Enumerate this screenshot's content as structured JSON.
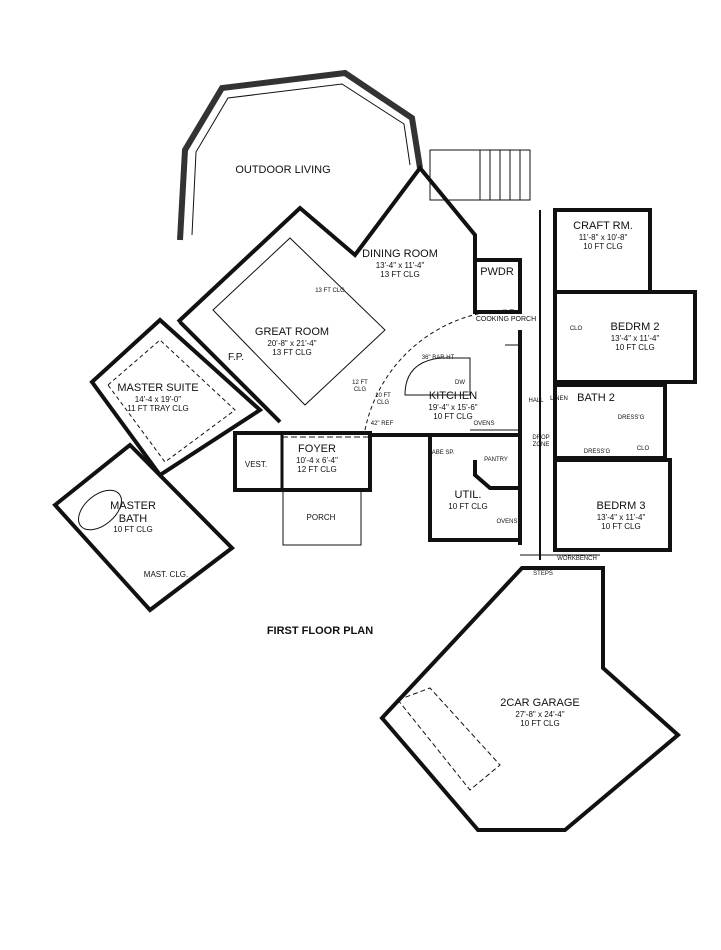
{
  "plan_title": "FIRST FLOOR PLAN",
  "rooms": {
    "outdoor_living": {
      "name": "OUTDOOR LIVING"
    },
    "dining_room": {
      "name": "DINING ROOM",
      "size": "13'-4\" x 11'-4\"",
      "ceiling": "13 FT CLG"
    },
    "great_room": {
      "name": "GREAT ROOM",
      "size": "20'-8\" x 21'-4\"",
      "ceiling": "13 FT CLG",
      "corner_ceiling": "13 FT CLG"
    },
    "master_suite": {
      "name": "MASTER SUITE",
      "size": "14'-4 x 19'-0\"",
      "ceiling": "11 FT TRAY CLG"
    },
    "master_bath": {
      "name": "MASTER BATH",
      "ceiling": "10 FT CLG"
    },
    "master_closet": {
      "name": "MAST. CLG."
    },
    "fireplace": {
      "name": "F.P."
    },
    "vestibule": {
      "name": "VEST."
    },
    "foyer": {
      "name": "FOYER",
      "size": "10'-4 x 6'-4\"",
      "ceiling": "12 FT CLG"
    },
    "porch": {
      "name": "PORCH"
    },
    "kitchen": {
      "name": "KITCHEN",
      "size": "19'-4\" x 15'-6\"",
      "ceiling": "10 FT CLG",
      "bar": "36\" BAR HT",
      "dw": "DW",
      "ref": "42\" REF",
      "ceiling_12": "12 FT CLG",
      "ceiling_10": "10 FT CLG",
      "ovens": "OVENS"
    },
    "powder": {
      "name": "PWDR"
    },
    "cooking_porch": {
      "name": "COOKING PORCH"
    },
    "pantry": {
      "name": "PANTRY"
    },
    "utility": {
      "name": "UTIL.",
      "ceiling": "10 FT CLG",
      "base": "ABE SP.",
      "ovens": "OVENS"
    },
    "craft_room": {
      "name": "CRAFT RM.",
      "size": "11'-8\" x 10'-8\"",
      "ceiling": "10 FT CLG"
    },
    "bedroom_2": {
      "name": "BEDRM 2",
      "size": "13'-4\" x 11'-4\"",
      "ceiling": "10 FT CLG",
      "closet": "CLO"
    },
    "bath_2": {
      "name": "BATH 2",
      "dressing": "DRESS'G",
      "dressing_2": "DRESS'G",
      "closet": "CLO"
    },
    "hall": {
      "name": "HALL",
      "linen": "LINEN",
      "drop_zone": "DROP ZONE"
    },
    "bedroom_3": {
      "name": "BEDRM 3",
      "size": "13'-4\" x 11'-4\"",
      "ceiling": "10 FT CLG"
    },
    "garage": {
      "name": "2CAR GARAGE",
      "size": "27'-8\" x 24'-4\"",
      "ceiling": "10 FT CLG",
      "workbench": "WORKBENCH",
      "steps": "STEPS"
    }
  },
  "colors": {
    "wall": "#111111",
    "background": "#ffffff"
  }
}
